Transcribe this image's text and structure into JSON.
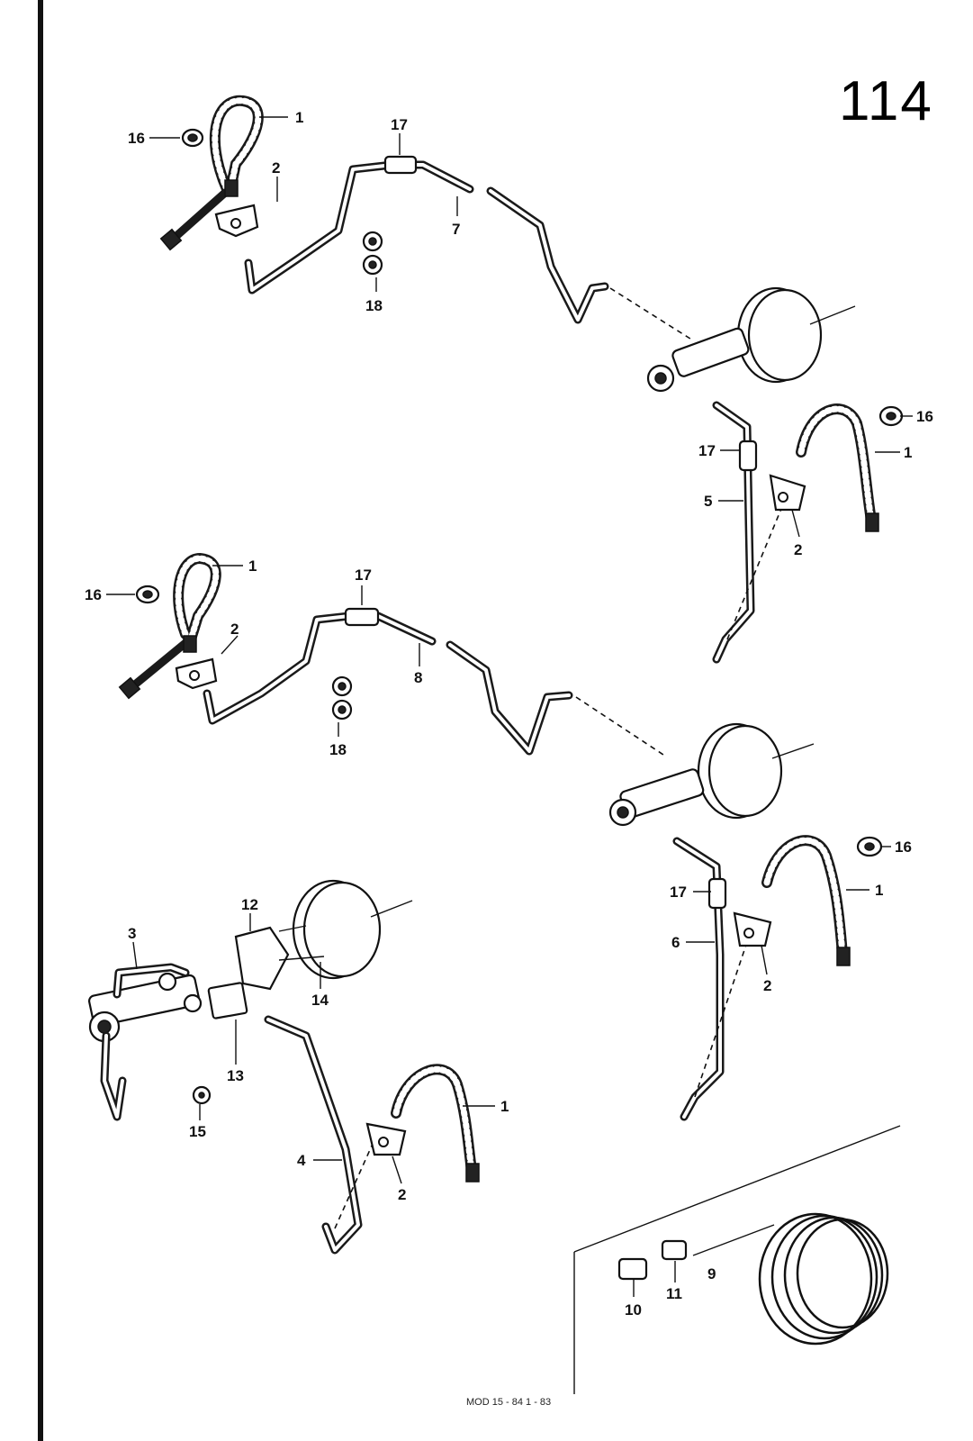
{
  "page": {
    "number": "114",
    "footer": "MOD 15 - 84   1 - 83"
  },
  "callouts": {
    "c1a": "1",
    "c16a": "16",
    "c2a": "2",
    "c17a": "17",
    "c7": "7",
    "c18a": "18",
    "c16b": "16",
    "c17b": "17",
    "c1b": "1",
    "c5": "5",
    "c2b": "2",
    "c1c": "1",
    "c16c": "16",
    "c2c": "2",
    "c17c": "17",
    "c8": "8",
    "c18b": "18",
    "c16d": "16",
    "c1d": "1",
    "c17d": "17",
    "c6": "6",
    "c2d": "2",
    "c3": "3",
    "c12": "12",
    "c14": "14",
    "c13": "13",
    "c15": "15",
    "c4": "4",
    "c1e": "1",
    "c2e": "2",
    "c10": "10",
    "c11": "11",
    "c9": "9"
  }
}
